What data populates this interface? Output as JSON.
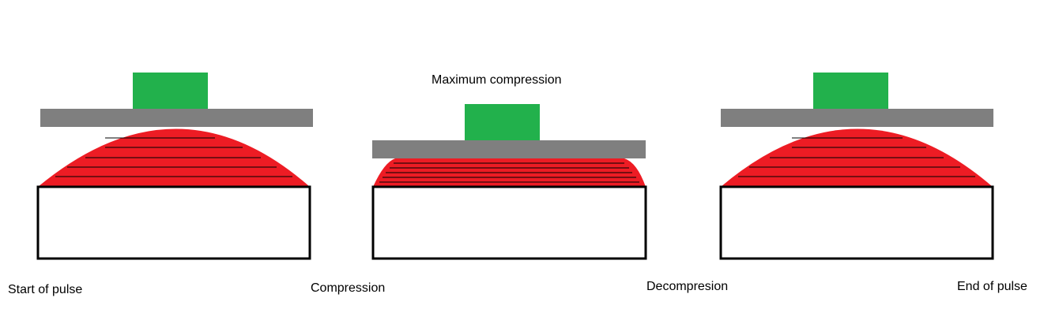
{
  "labels": {
    "start": "Start of pulse",
    "compression": "Compression",
    "maximum": "Maximum compression",
    "decompression": "Decompresion",
    "end": "End of pulse"
  },
  "colors": {
    "weight": "#22b14c",
    "plate": "#7f7f7f",
    "tissue": "#ed1c24",
    "line": "#000000",
    "base_fill": "#ffffff",
    "base_stroke": "#000000"
  }
}
